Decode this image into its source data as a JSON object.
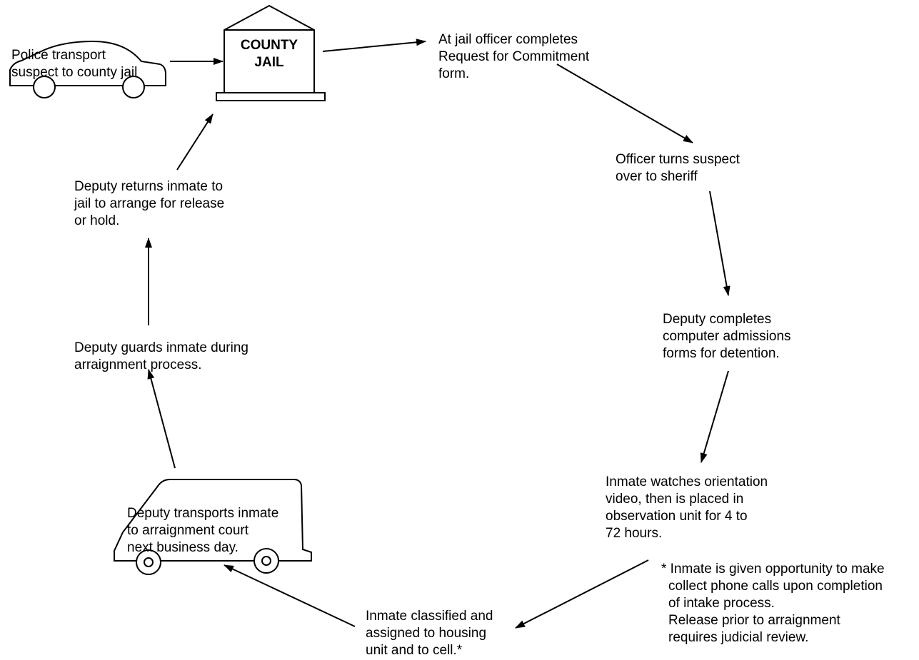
{
  "jail": {
    "label": [
      "COUNTY",
      "JAIL"
    ]
  },
  "steps": {
    "police_transport": [
      "Police transport",
      "suspect to county jail"
    ],
    "request_commitment": [
      "At jail officer completes",
      "Request for Commitment",
      "form."
    ],
    "officer_turns": [
      "Officer turns suspect",
      "over to sheriff"
    ],
    "deputy_admissions": [
      "Deputy completes",
      "computer admissions",
      "forms for detention."
    ],
    "orientation": [
      "Inmate watches orientation",
      "video, then is placed in",
      "observation unit for 4 to",
      "72 hours."
    ],
    "footnote": [
      "* Inmate is given opportunity to make",
      "collect phone calls upon completion",
      "of intake process.",
      "Release prior to arraignment",
      "requires judicial review."
    ],
    "classified": [
      "Inmate classified and",
      "assigned to housing",
      "unit and to cell.*"
    ],
    "deputy_transports": [
      "Deputy transports inmate",
      "to arraignment court",
      "next business day."
    ],
    "deputy_guards": [
      "Deputy guards inmate during",
      "arraignment process."
    ],
    "deputy_returns": [
      "Deputy returns inmate to",
      "jail to arrange for release",
      "or hold."
    ]
  },
  "icons": {
    "car": "police-car-icon",
    "van": "transport-van-icon",
    "jail": "county-jail-building-icon"
  },
  "colors": {
    "ink": "#000000",
    "background": "#ffffff"
  }
}
